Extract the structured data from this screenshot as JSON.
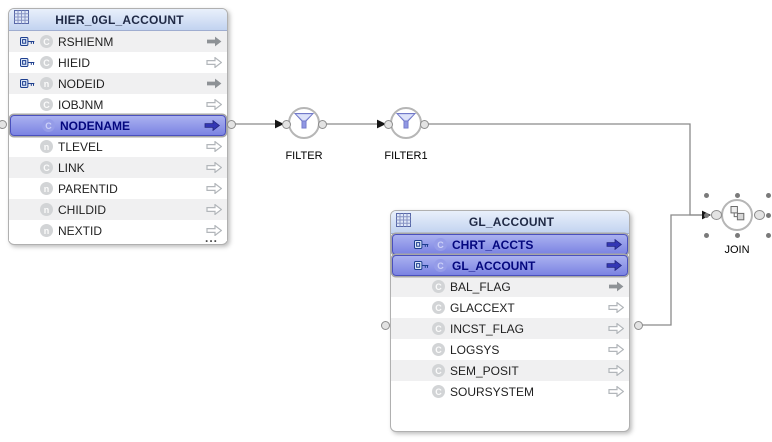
{
  "app": {
    "kind": "etl-mapping-diagram"
  },
  "colors": {
    "selected_row_top": "#aab1f0",
    "selected_row_bottom": "#7b83e2",
    "selected_text": "#04077e",
    "header_blue_top": "#e9f0fb",
    "header_blue_bottom": "#c2d3f0",
    "row_stripe": "#f0f0f1",
    "wire_gray": "#8a8a8a",
    "key_blue": "#1e3f8f",
    "mapped_arrow_blue": "#3336b4"
  },
  "tables": [
    {
      "title": "HIER_0GL_ACCOUNT",
      "truncated_indicator": "...",
      "columns": [
        {
          "name": "RSHIENM",
          "key": true,
          "type": "C",
          "arrow": "filled",
          "selected": false
        },
        {
          "name": "HIEID",
          "key": true,
          "type": "C",
          "arrow": "hollow",
          "selected": false
        },
        {
          "name": "NODEID",
          "key": true,
          "type": "n",
          "arrow": "filled",
          "selected": false
        },
        {
          "name": "IOBJNM",
          "key": false,
          "type": "C",
          "arrow": "hollow",
          "selected": false
        },
        {
          "name": "NODENAME",
          "key": false,
          "type": "C",
          "arrow": "mapped",
          "selected": true
        },
        {
          "name": "TLEVEL",
          "key": false,
          "type": "n",
          "arrow": "hollow",
          "selected": false
        },
        {
          "name": "LINK",
          "key": false,
          "type": "C",
          "arrow": "hollow",
          "selected": false
        },
        {
          "name": "PARENTID",
          "key": false,
          "type": "n",
          "arrow": "hollow",
          "selected": false
        },
        {
          "name": "CHILDID",
          "key": false,
          "type": "n",
          "arrow": "hollow",
          "selected": false
        },
        {
          "name": "NEXTID",
          "key": false,
          "type": "n",
          "arrow": "hollow",
          "selected": false
        }
      ]
    },
    {
      "title": "GL_ACCOUNT",
      "truncated_indicator": "",
      "columns": [
        {
          "name": "CHRT_ACCTS",
          "key": true,
          "type": "C",
          "arrow": "mapped",
          "selected": true
        },
        {
          "name": "GL_ACCOUNT",
          "key": true,
          "type": "C",
          "arrow": "mapped",
          "selected": true
        },
        {
          "name": "BAL_FLAG",
          "key": false,
          "type": "C",
          "arrow": "filled",
          "selected": false
        },
        {
          "name": "GLACCEXT",
          "key": false,
          "type": "C",
          "arrow": "hollow",
          "selected": false
        },
        {
          "name": "INCST_FLAG",
          "key": false,
          "type": "C",
          "arrow": "hollow",
          "selected": false
        },
        {
          "name": "LOGSYS",
          "key": false,
          "type": "C",
          "arrow": "hollow",
          "selected": false
        },
        {
          "name": "SEM_POSIT",
          "key": false,
          "type": "C",
          "arrow": "hollow",
          "selected": false
        },
        {
          "name": "SOURSYSTEM",
          "key": false,
          "type": "C",
          "arrow": "hollow",
          "selected": false
        }
      ]
    }
  ],
  "operators": [
    {
      "label": "FILTER",
      "icon": "funnel-icon",
      "selected": false
    },
    {
      "label": "FILTER1",
      "icon": "funnel-icon",
      "selected": false
    },
    {
      "label": "JOIN",
      "icon": "join-icon",
      "selected": true
    }
  ],
  "connections": [
    {
      "from": "HIER_0GL_ACCOUNT.NODENAME",
      "to": "FILTER"
    },
    {
      "from": "FILTER",
      "to": "FILTER1"
    },
    {
      "from": "FILTER1",
      "to": "JOIN"
    },
    {
      "from": "GL_ACCOUNT.INCST_FLAG",
      "to": "JOIN"
    }
  ]
}
